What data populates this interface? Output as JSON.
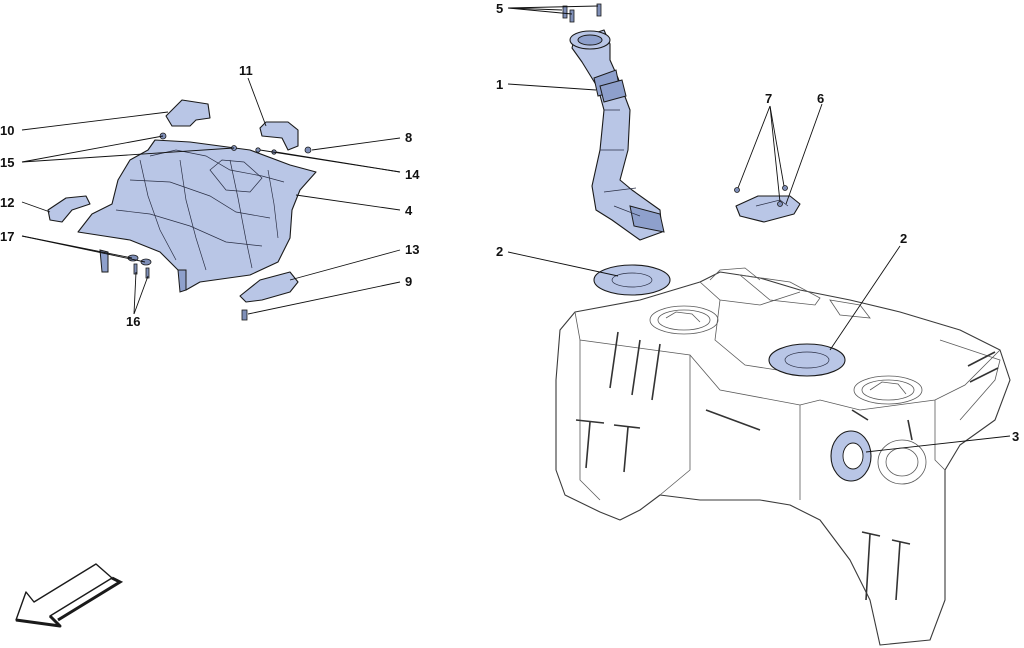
{
  "callouts": {
    "c1": "1",
    "c2a": "2",
    "c2b": "2",
    "c3": "3",
    "c4": "4",
    "c5": "5",
    "c6": "6",
    "c7": "7",
    "c8": "8",
    "c9": "9",
    "c10": "10",
    "c11": "11",
    "c12": "12",
    "c13": "13",
    "c14": "14",
    "c15": "15",
    "c16": "16",
    "c17": "17"
  },
  "colors": {
    "part_fill": "#b9c6e6",
    "part_shade": "#8ea0cc",
    "outline": "#1a1a1a",
    "tank_fill": "#ffffff"
  },
  "icons": {
    "direction_arrow": "front-direction-arrow-icon"
  }
}
